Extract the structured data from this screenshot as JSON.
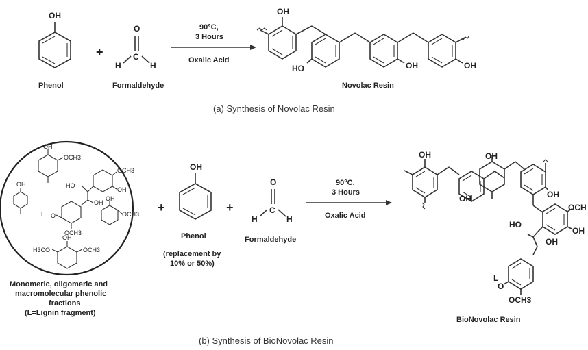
{
  "panel_a": {
    "reactant1_label": "Phenol",
    "reactant2_label": "Formaldehyde",
    "plus": "+",
    "conditions_line1": "90°C,",
    "conditions_line2": "3 Hours",
    "catalyst": "Oxalic Acid",
    "product_label": "Novolac Resin",
    "caption": "(a) Synthesis of Novolac Resin"
  },
  "panel_b": {
    "mixture_label_line1": "Monomeric, oligomeric and",
    "mixture_label_line2": "macromolecular phenolic",
    "mixture_label_line3": "fractions",
    "mixture_label_line4": "(L=Lignin fragment)",
    "reactant2_label": "Phenol",
    "replacement_line1": "(replacement by",
    "replacement_line2": "10% or 50%)",
    "reactant3_label": "Formaldehyde",
    "plus": "+",
    "conditions_line1": "90°C,",
    "conditions_line2": "3 Hours",
    "catalyst": "Oxalic Acid",
    "product_label": "BioNovolac Resin",
    "caption": "(b) Synthesis of BioNovolac Resin"
  },
  "atoms": {
    "oh": "OH",
    "ho": "HO",
    "o": "O",
    "h": "H",
    "c": "C",
    "och": "OCH",
    "och3": "OCH",
    "three": "3",
    "h3co": "H",
    "l_o": "L",
    "och3_label": "OCH3",
    "h3co_label": "H3CO",
    "l_label": "L",
    "l_o_label": "O"
  }
}
